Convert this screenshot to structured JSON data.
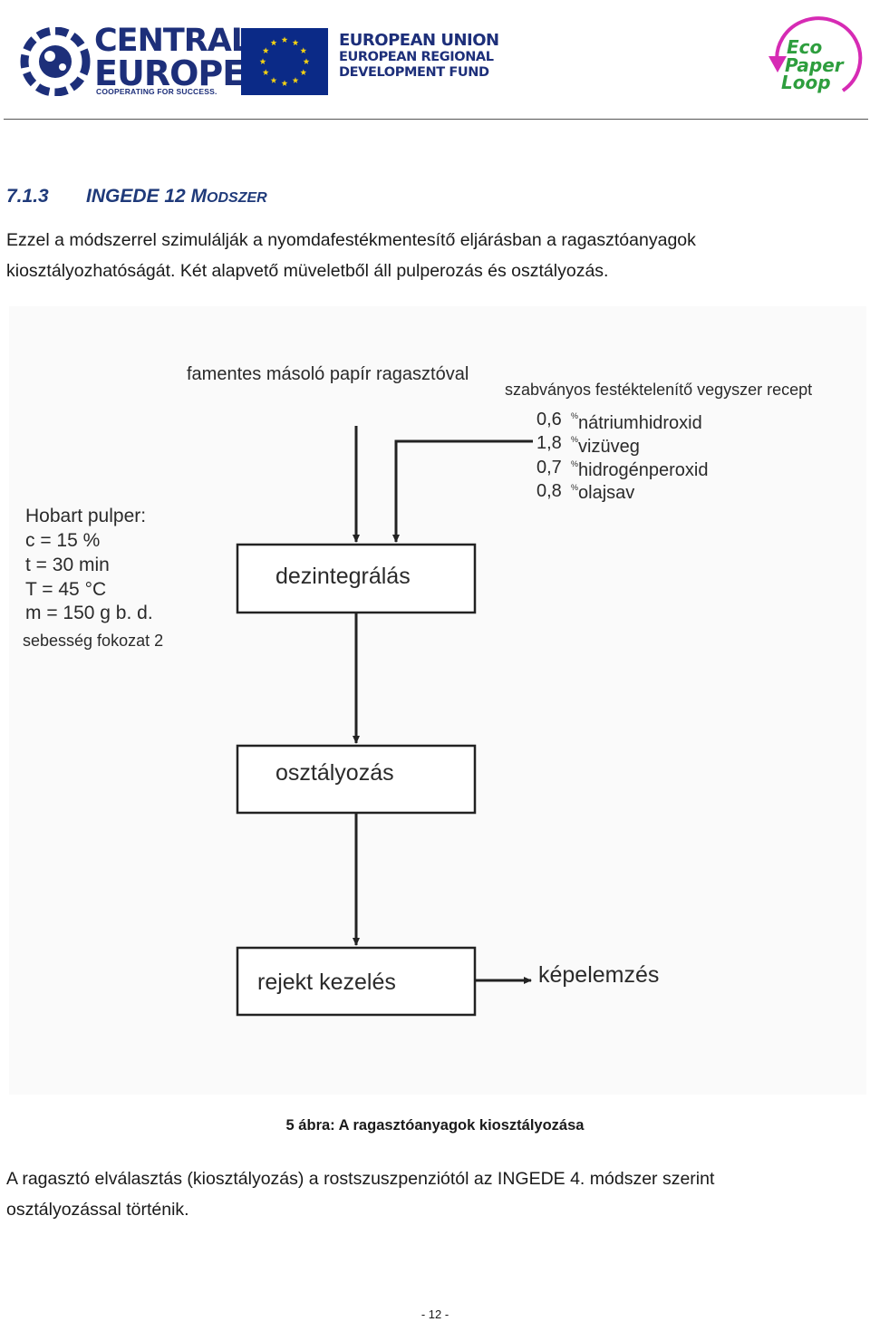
{
  "header": {
    "central_europe": {
      "word1": "CENTRAL",
      "word2": "EUROPE",
      "tagline": "COOPERATING FOR SUCCESS."
    },
    "eu_fund": {
      "line1": "EUROPEAN UNION",
      "line2": "EUROPEAN REGIONAL",
      "line3": "DEVELOPMENT FUND"
    },
    "eco_paper_loop": {
      "word1": "Eco",
      "word2": "Paper",
      "word3": "Loop"
    },
    "colors": {
      "brand_blue": "#1d2f7a",
      "eu_blue": "#0b2a87",
      "eu_star": "#f5d313",
      "eco_green": "#2e9e3e",
      "eco_magenta": "#d62bb4"
    }
  },
  "section": {
    "number": "7.1.3",
    "title_prefix": "INGEDE 12 M",
    "title_suffix": "ODSZER"
  },
  "paragraph1": {
    "line1": "Ezzel a módszerrel szimulálják a nyomdafestékmentesítő eljárásban a ragasztóanyagok",
    "line2": "kiosztályozhatóságát.  Két alapvető müveletből áll pulperozás és osztályozás."
  },
  "flowchart": {
    "input_label": "famentes másoló papír ragasztóval",
    "recipe_title": "szabványos festéktelenítő vegyszer recept",
    "recipe": [
      {
        "amount": "0,6",
        "unit": "%",
        "name": "nátriumhidroxid"
      },
      {
        "amount": "1,8",
        "unit": "%",
        "name": "vizüveg"
      },
      {
        "amount": "0,7",
        "unit": "%",
        "name": "hidrogénperoxid"
      },
      {
        "amount": "0,8",
        "unit": "%",
        "name": "olajsav"
      }
    ],
    "pulper": {
      "title": "Hobart pulper:",
      "lines": [
        "c = 15 %",
        "t = 30 min",
        "T = 45 °C",
        "m = 150 g b. d."
      ],
      "speed": "sebesség fokozat 2"
    },
    "steps": [
      "dezintegrálás",
      "osztályozás",
      "rejekt kezelés"
    ],
    "output_label": "képelemzés"
  },
  "figure_caption": "5 ábra:  A ragasztóanyagok kiosztályozása",
  "paragraph2": {
    "line1": "A ragasztó elválasztás (kiosztályozás) a rostszuszpenziótól az  INGEDE 4. módszer szerint",
    "line2": "osztályozással történik."
  },
  "page_number": "- 12 -"
}
